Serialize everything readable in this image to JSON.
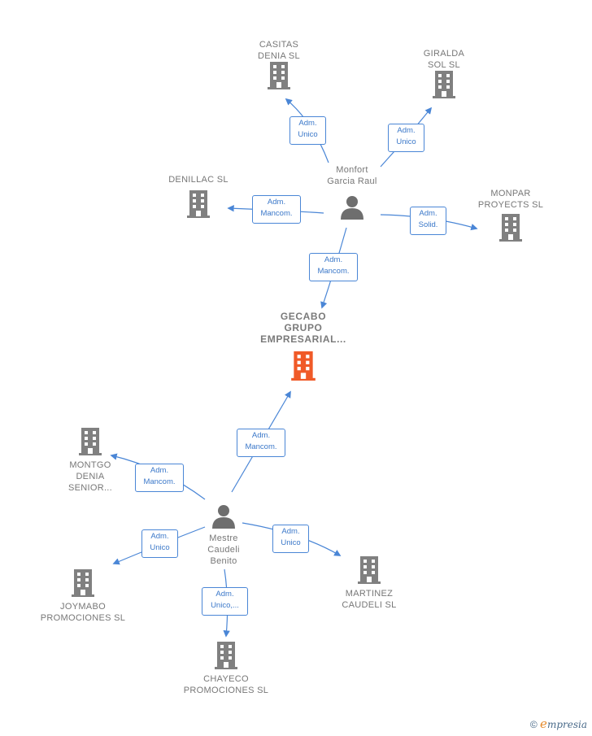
{
  "colors": {
    "building": "#808080",
    "main_building": "#f05a28",
    "person": "#6e6e6e",
    "edge": "#4a86d6"
  },
  "nodes": {
    "casitas": "CASITAS\nDENIA  SL",
    "giralda": "GIRALDA\nSOL SL",
    "denillac": "DENILLAC SL",
    "monpar": "MONPAR\nPROYECTS  SL",
    "monfort": "Monfort\nGarcia Raul",
    "gecabo": "GECABO\nGRUPO\nEMPRESARIAL...",
    "montgo": "MONTGO\nDENIA\nSENIOR...",
    "mestre": "Mestre\nCaudeli\nBenito",
    "joymabo": "JOYMABO\nPROMOCIONES SL",
    "martinez": "MARTINEZ\nCAUDELI  SL",
    "chayeco": "CHAYECO\nPROMOCIONES SL"
  },
  "edges": {
    "monfort_casitas": "Adm.\nUnico",
    "monfort_giralda": "Adm.\nUnico",
    "monfort_denillac": "Adm.\nMancom.",
    "monfort_monpar": "Adm.\nSolid.",
    "monfort_gecabo": "Adm.\nMancom.",
    "mestre_gecabo": "Adm.\nMancom.",
    "mestre_montgo": "Adm.\nMancom.",
    "mestre_joymabo": "Adm.\nUnico",
    "mestre_martinez": "Adm.\nUnico",
    "mestre_chayeco": "Adm.\nUnico,..."
  },
  "watermark": {
    "copyright": "©",
    "brand_initial": "e",
    "brand_rest": "mpresia"
  }
}
